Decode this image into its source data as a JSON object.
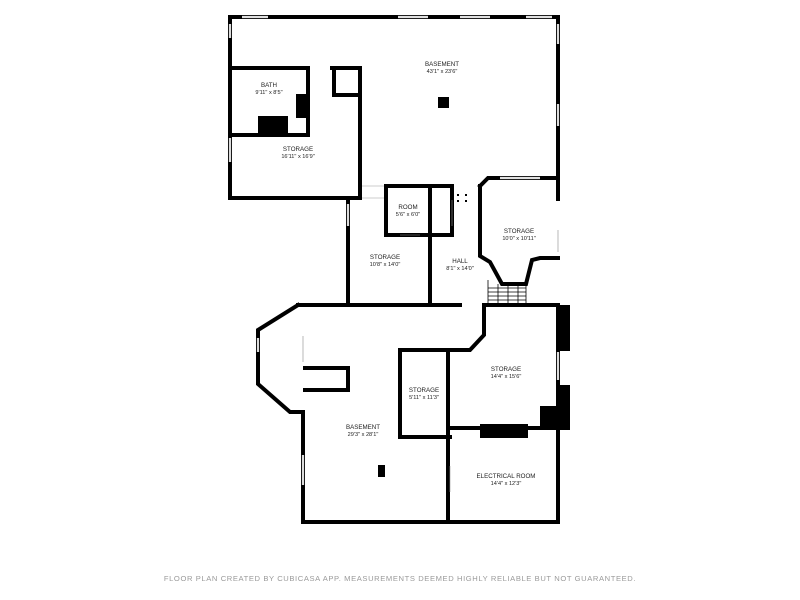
{
  "rooms": [
    {
      "id": "basement-upper",
      "name": "BASEMENT",
      "dims": "43'1\" x 23'6\""
    },
    {
      "id": "bath",
      "name": "BATH",
      "dims": "9'11\" x 8'5\""
    },
    {
      "id": "storage-upper-left",
      "name": "STORAGE",
      "dims": "16'11\" x 16'9\""
    },
    {
      "id": "room",
      "name": "ROOM",
      "dims": "5'6\" x 6'0\""
    },
    {
      "id": "storage-upper-right",
      "name": "STORAGE",
      "dims": "10'0\" x 10'11\""
    },
    {
      "id": "storage-middle",
      "name": "STORAGE",
      "dims": "10'8\" x 14'0\""
    },
    {
      "id": "hall",
      "name": "HALL",
      "dims": "8'1\" x 14'0\""
    },
    {
      "id": "storage-lower-right",
      "name": "STORAGE",
      "dims": "14'4\" x 15'6\""
    },
    {
      "id": "storage-small",
      "name": "STORAGE",
      "dims": "5'11\" x 11'3\""
    },
    {
      "id": "basement-lower",
      "name": "BASEMENT",
      "dims": "29'3\" x 28'1\""
    },
    {
      "id": "electrical-room",
      "name": "ELECTRICAL ROOM",
      "dims": "14'4\" x 12'3\""
    }
  ],
  "footer": "FLOOR PLAN CREATED BY CUBICASA APP. MEASUREMENTS DEEMED HIGHLY RELIABLE BUT NOT GUARANTEED."
}
